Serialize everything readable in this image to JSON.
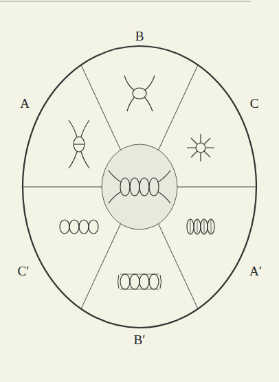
{
  "diagram": {
    "labels": [
      "B",
      "A",
      "C",
      "C′",
      "A′",
      "B′"
    ]
  }
}
